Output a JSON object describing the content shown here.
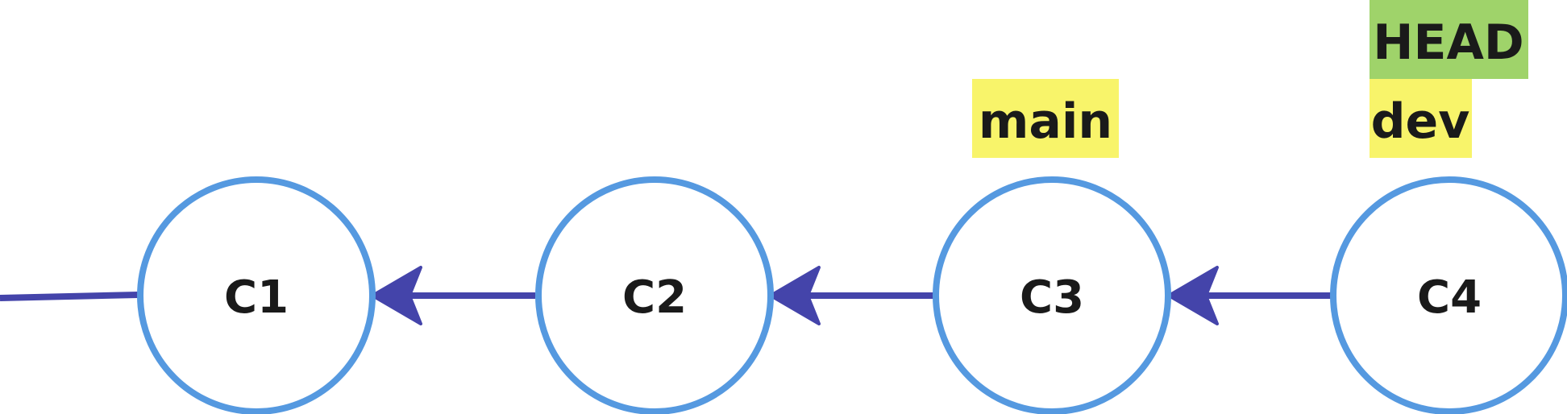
{
  "colors": {
    "node_stroke": "#5599e0",
    "node_fill": "#ffffff",
    "arrow": "#4444aa",
    "branch_tag": "#f8f46a",
    "head_tag": "#9fd36a",
    "text": "#1a1a1a"
  },
  "commits": [
    {
      "label": "C1"
    },
    {
      "label": "C2"
    },
    {
      "label": "C3"
    },
    {
      "label": "C4"
    }
  ],
  "refs": {
    "main": "main",
    "dev": "dev",
    "head": "HEAD"
  }
}
